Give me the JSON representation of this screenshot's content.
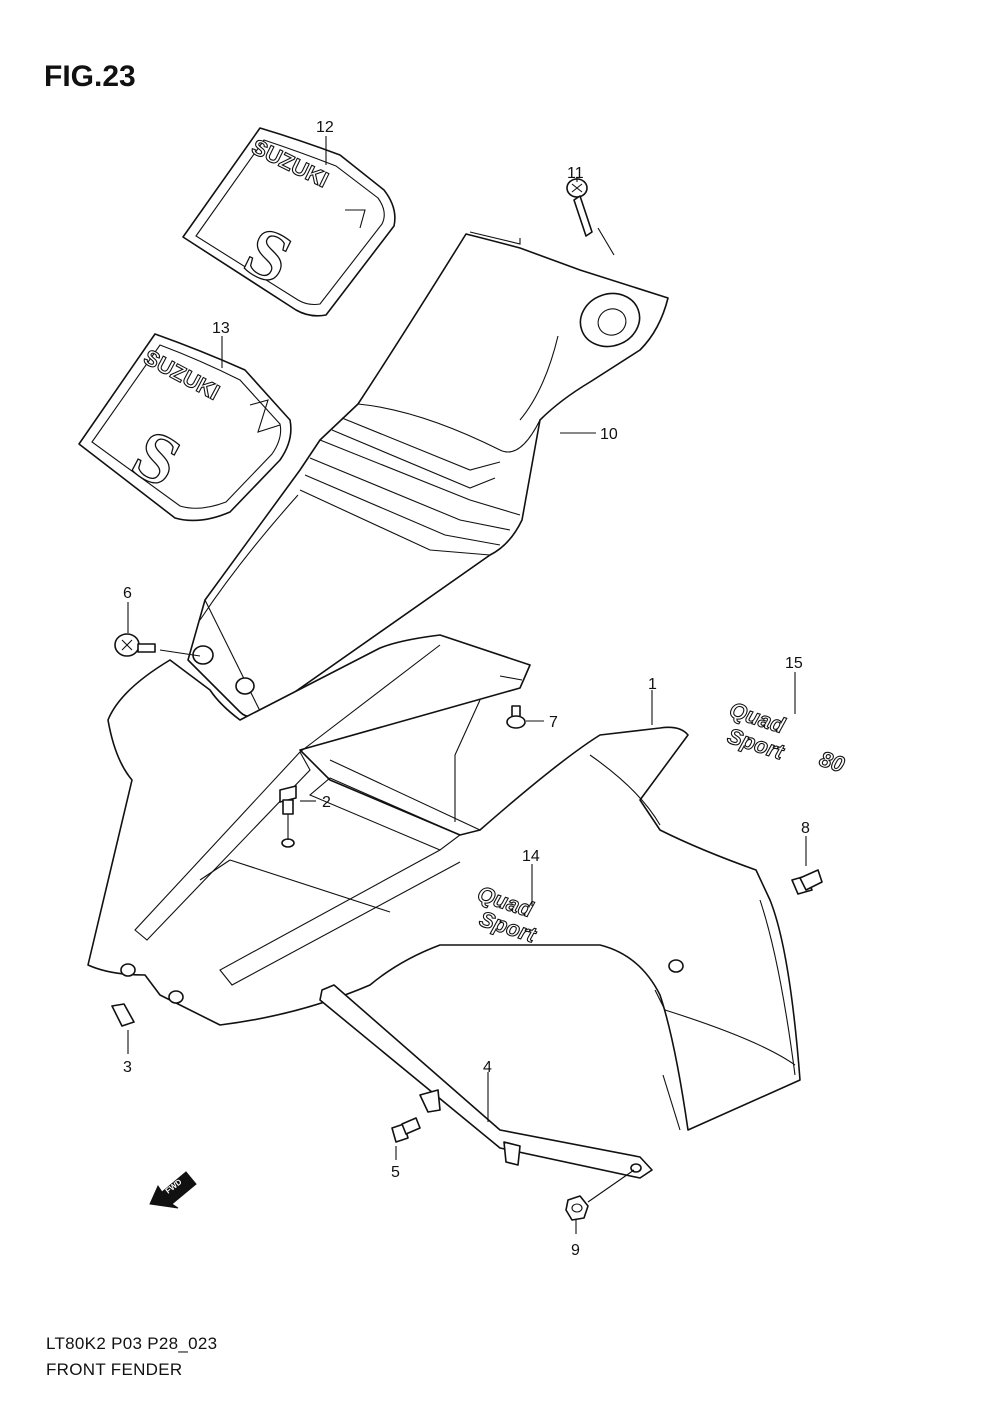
{
  "figure": {
    "title": "FIG.23"
  },
  "footer": {
    "code": "LT80K2 P03 P28_023",
    "name": "FRONT FENDER"
  },
  "decals": {
    "brand": "SUZUKI",
    "s_mark": "S",
    "quad": "Quad",
    "sport": "Sport",
    "eighty": "80"
  },
  "direction_mark": "FWD",
  "callouts": {
    "c1": "1",
    "c2": "2",
    "c3": "3",
    "c4": "4",
    "c5": "5",
    "c6": "6",
    "c7": "7",
    "c8": "8",
    "c9": "9",
    "c10": "10",
    "c11": "11",
    "c12": "12",
    "c13": "13",
    "c14": "14",
    "c15": "15"
  }
}
